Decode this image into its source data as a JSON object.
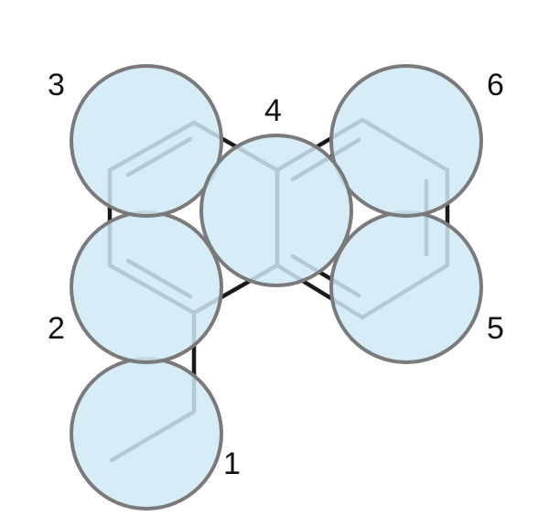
{
  "colors": {
    "bond": "#1a1a1a",
    "circle_fill": "#cfe9f6",
    "circle_stroke": "#7a7a7a",
    "label": "#111111"
  },
  "regions": [
    {
      "label": "1"
    },
    {
      "label": "2"
    },
    {
      "label": "3"
    },
    {
      "label": "4"
    },
    {
      "label": "5"
    },
    {
      "label": "6"
    }
  ]
}
